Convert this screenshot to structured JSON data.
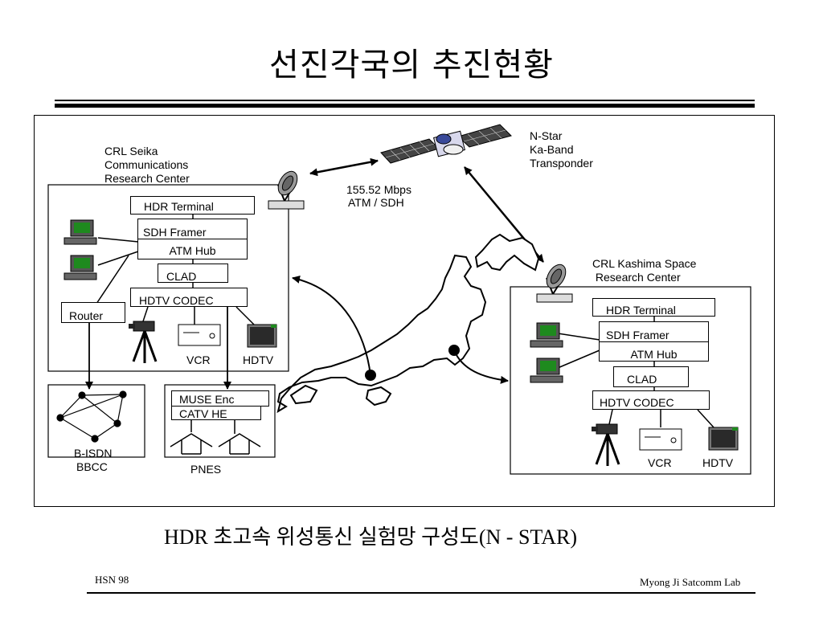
{
  "title": "선진각국의 추진현황",
  "satellite": {
    "name_lines": [
      "N-Star",
      "Ka-Band",
      "Transponder"
    ],
    "link_lines": [
      "155.52 Mbps",
      "ATM / SDH"
    ]
  },
  "seika": {
    "name_lines": [
      "CRL Seika",
      "Communications",
      "Research Center"
    ],
    "hdr_terminal": "HDR Terminal",
    "sdh_framer": "SDH Framer",
    "atm_hub": "ATM Hub",
    "clad": "CLAD",
    "hdtv_codec": "HDTV CODEC",
    "router": "Router",
    "vcr": "VCR",
    "hdtv": "HDTV"
  },
  "isdn": {
    "label_lines": [
      "B-ISDN",
      "BBCC"
    ]
  },
  "pnes": {
    "muse_enc": "MUSE Enc",
    "catv_he": "CATV HE",
    "label": "PNES"
  },
  "kashima": {
    "name_lines": [
      "CRL Kashima Space",
      " Research Center"
    ],
    "hdr_terminal": "HDR Terminal",
    "sdh_framer": "SDH Framer",
    "atm_hub": "ATM Hub",
    "clad": "CLAD",
    "hdtv_codec": "HDTV CODEC",
    "vcr": "VCR",
    "hdtv": "HDTV"
  },
  "caption": "HDR 초고속 위성통신 실험망 구성도(N - STAR)",
  "footer": {
    "left": "HSN 98",
    "right": "Myong Ji Satcomm Lab"
  },
  "colors": {
    "screen": "#1e8a1e",
    "monitor": "#2a2a2a",
    "line": "#000000"
  }
}
